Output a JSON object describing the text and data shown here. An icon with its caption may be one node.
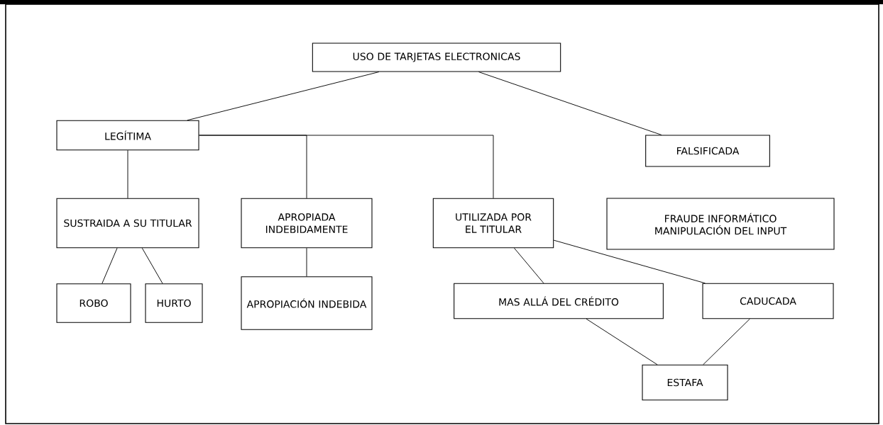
{
  "diagram": {
    "nodes": [
      {
        "text": [
          "USO DE TARJETAS ELECTRONICAS"
        ]
      },
      {
        "text": [
          "LEGÍTIMA"
        ]
      },
      {
        "text": [
          "FALSIFICADA"
        ]
      },
      {
        "text": [
          "SUSTRAIDA A SU TITULAR"
        ]
      },
      {
        "text": [
          "APROPIADA INDEBIDAMENTE"
        ]
      },
      {
        "text": [
          "UTILIZADA POR EL TITULAR"
        ]
      },
      {
        "text": [
          "FRAUDE INFORMÁTICO MANIPULACIÓN DEL INPUT"
        ]
      },
      {
        "text": [
          "ROBO"
        ]
      },
      {
        "text": [
          "HURTO"
        ]
      },
      {
        "text": [
          "APROPIACIÓN INDEBIDA"
        ]
      },
      {
        "text": [
          "MAS ALLÁ DEL CRÉDITO"
        ]
      },
      {
        "text": [
          "CADUCADA"
        ]
      },
      {
        "text": [
          "ESTAFA"
        ]
      }
    ],
    "edges": [
      {
        "from": 0,
        "to": 1,
        "arrow": "none"
      },
      {
        "from": 0,
        "to": 2,
        "arrow": "none"
      },
      {
        "from": 1,
        "to": 3,
        "arrow": "none"
      },
      {
        "from": 1,
        "to": 4,
        "arrow": "none"
      },
      {
        "from": 1,
        "to": 5,
        "arrow": "none"
      },
      {
        "from": 3,
        "to": 7,
        "arrow": "none"
      },
      {
        "from": 3,
        "to": 8,
        "arrow": "none"
      },
      {
        "from": 4,
        "to": 9,
        "arrow": "none"
      },
      {
        "from": 5,
        "to": 10,
        "arrow": "none"
      },
      {
        "from": 5,
        "to": 11,
        "arrow": "none"
      },
      {
        "from": 10,
        "to": 12,
        "arrow": "none"
      },
      {
        "from": 11,
        "to": 12,
        "arrow": "none"
      }
    ]
  }
}
